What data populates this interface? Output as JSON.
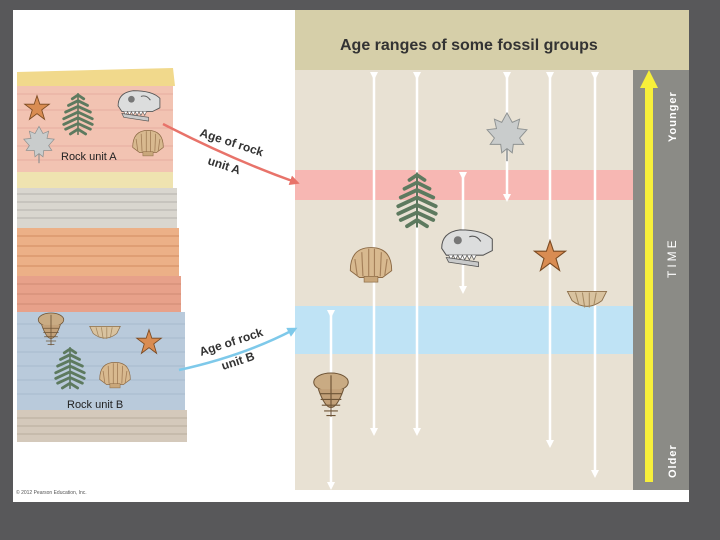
{
  "panel": {
    "title": "Age ranges of some fossil groups"
  },
  "rock_column": {
    "unit_a_label": "Rock unit A",
    "unit_b_label": "Rock unit B"
  },
  "arrows": {
    "age_a_line1": "Age of rock",
    "age_a_line2": "unit A",
    "age_b_line1": "Age of rock",
    "age_b_line2": "unit B"
  },
  "time_scale": {
    "younger": "Younger",
    "time": "TIME",
    "older": "Older"
  },
  "colors": {
    "title_bar": "#d6cfa9",
    "panel_bg": "#e8e1d3",
    "unit_a_band": "#f7b7b3",
    "unit_b_band": "#bfe3f5",
    "time_bar_gray": "#8b8b86",
    "time_bar_yellow": "#f7ef3a",
    "age_a_arrow": "#e8736a",
    "age_b_arrow": "#7ec9ea"
  },
  "fossil_groups": [
    {
      "name": "trilobite-icon",
      "range": "older-middle"
    },
    {
      "name": "scallop-shell-icon",
      "range": "long"
    },
    {
      "name": "fern-icon",
      "range": "long"
    },
    {
      "name": "dinosaur-skull-icon",
      "range": "middle"
    },
    {
      "name": "maple-leaf-icon",
      "range": "young"
    },
    {
      "name": "starfish-icon",
      "range": "long"
    },
    {
      "name": "brachiopod-icon",
      "range": "long"
    }
  ],
  "copyright": "© 2012 Pearson Education, Inc."
}
